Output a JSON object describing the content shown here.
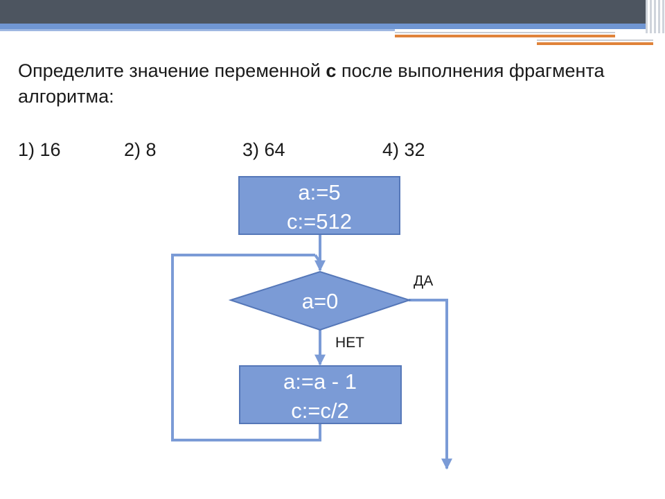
{
  "question": {
    "text_before": "Определите значение переменной ",
    "variable": "c",
    "text_after": " после выполнения фрагмента алгоритма:"
  },
  "answers": [
    "1) 16",
    "2) 8",
    "3) 64",
    "4) 32"
  ],
  "flowchart": {
    "init_box": {
      "line1": "a:=5",
      "line2": "c:=512"
    },
    "condition": "a=0",
    "yes_label": "ДА",
    "no_label": "НЕТ",
    "body_box": {
      "line1": "a:=a - 1",
      "line2": "c:=c/2"
    }
  },
  "colors": {
    "box_fill": "#7b9bd6",
    "box_stroke": "#4d70b0",
    "line": "#7b9bd6",
    "header_dark": "#4d5560",
    "header_blue": "#7096d2",
    "accent_orange": "#e0833a"
  }
}
